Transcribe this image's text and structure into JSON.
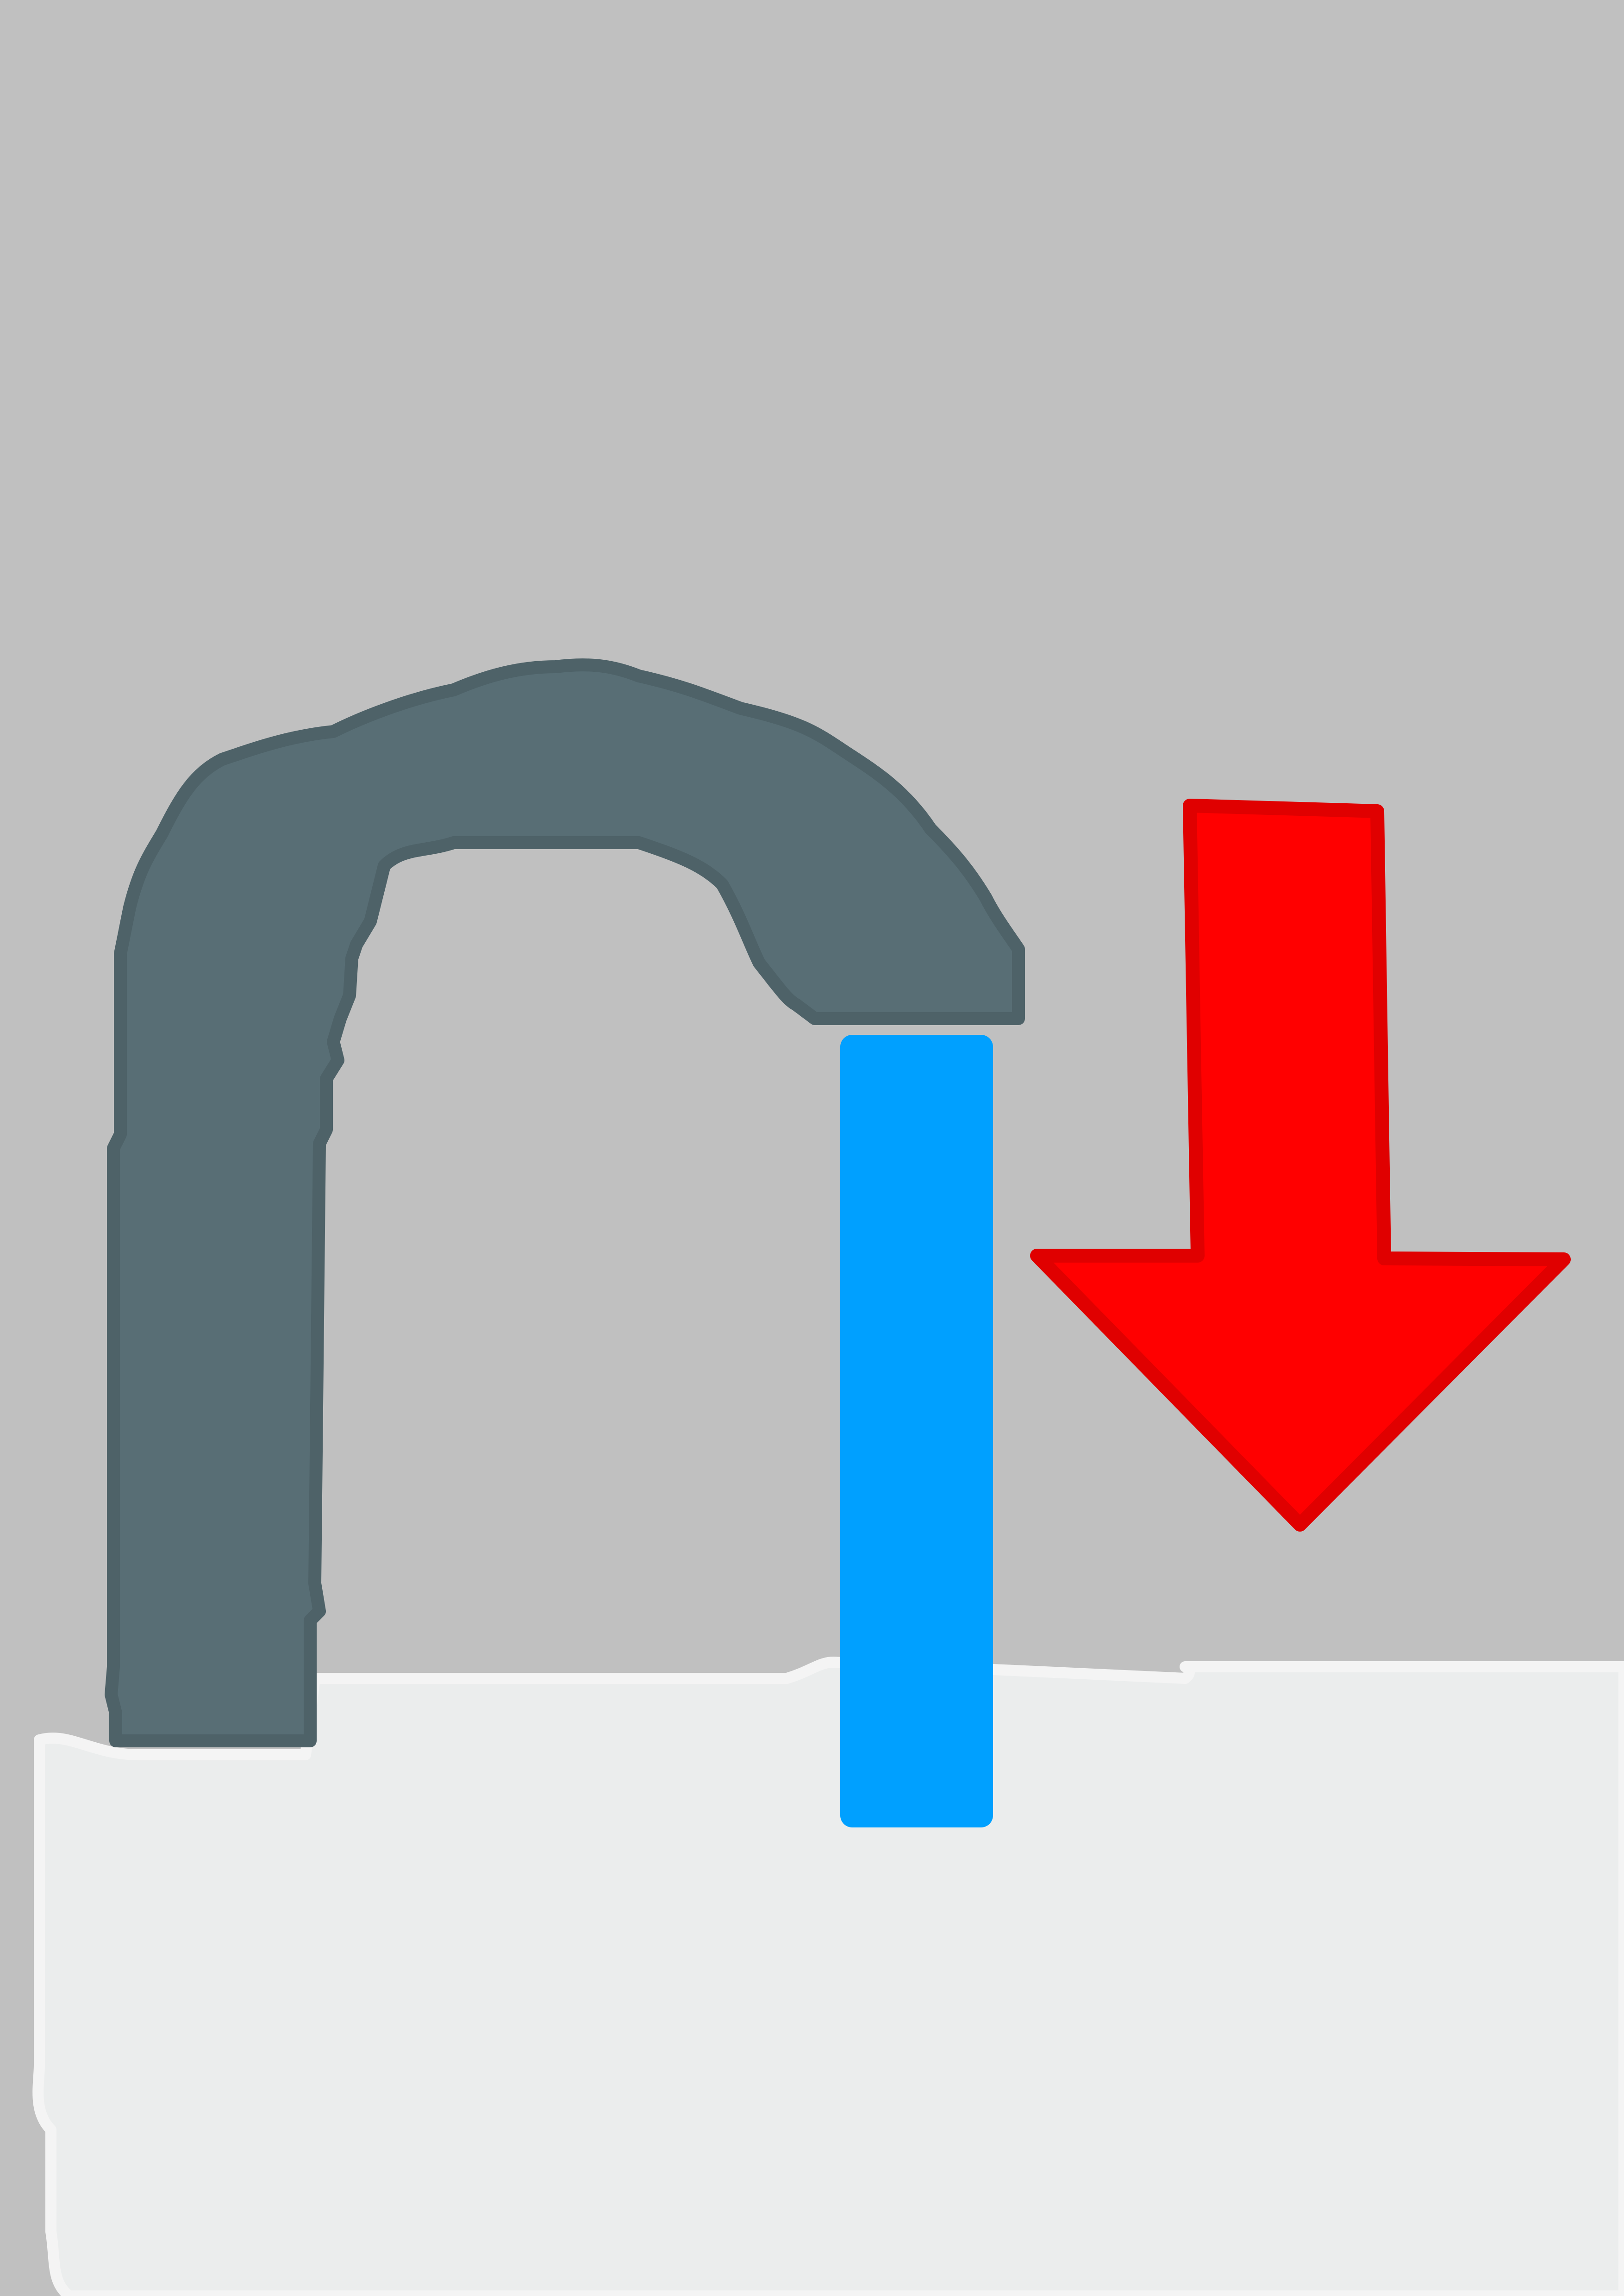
{
  "scene": {
    "description_icon": "lock-unlocked-icon",
    "elements": [
      {
        "name": "shackle",
        "icon": "lock-shackle-icon"
      },
      {
        "name": "shackle-pin",
        "icon": "pin-icon"
      },
      {
        "name": "lock-body",
        "icon": "lock-body-icon"
      },
      {
        "name": "down-arrow",
        "icon": "arrow-down-icon"
      }
    ]
  },
  "colors": {
    "background": "#c0c0c0",
    "shackle": "#586e75",
    "shackle_outline": "#4e6268",
    "pin": "#00a0ff",
    "body": "#ebeded",
    "body_edge": "#f4f4f4",
    "arrow": "#ff0000",
    "arrow_outline": "#e00000"
  }
}
